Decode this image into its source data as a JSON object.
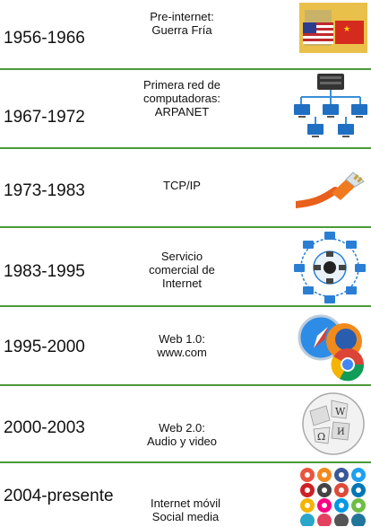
{
  "timeline": [
    {
      "period": "1956-1966",
      "lines": [
        "Pre-internet:",
        "Guerra Fría"
      ],
      "icon": "cold-war-flags-icon"
    },
    {
      "period": "1967-1972",
      "lines": [
        "Primera red de",
        "computadoras:",
        "ARPANET"
      ],
      "icon": "computer-network-icon"
    },
    {
      "period": "1973-1983",
      "lines": [
        "TCP/IP"
      ],
      "icon": "ethernet-cable-icon"
    },
    {
      "period": "1983-1995",
      "lines": [
        "Servicio",
        "comercial de",
        "Internet"
      ],
      "icon": "network-hub-icon"
    },
    {
      "period": "1995-2000",
      "lines": [
        "Web 1.0:",
        "www.com"
      ],
      "icon": "web-browsers-icon"
    },
    {
      "period": "2000-2003",
      "lines": [
        "Web 2.0:",
        "Audio y video"
      ],
      "icon": "wikipedia-globe-icon"
    },
    {
      "period": "2004-presente",
      "lines": [
        "Internet móvil",
        "Social media"
      ],
      "icon": "social-media-icons"
    }
  ],
  "colors": {
    "divider": "#4c9a3a",
    "text": "#111111"
  }
}
